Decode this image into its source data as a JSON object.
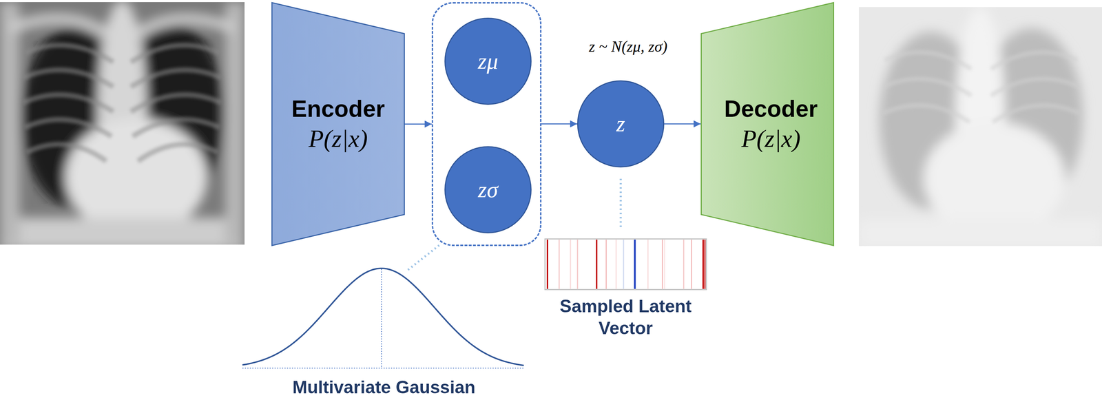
{
  "diagram": {
    "nodes": [
      {
        "text": [
          "Encoder",
          "P(z|x)"
        ]
      },
      {
        "text": []
      },
      {
        "text": [
          "zμ"
        ],
        "in": 1
      },
      {
        "text": [
          "zσ"
        ],
        "in": 1
      },
      {
        "text": [
          "z"
        ]
      },
      {
        "text": [
          "Decoder",
          "P(z|x)"
        ]
      }
    ],
    "edges": [
      {
        "from": 0,
        "to": 1,
        "arrow": "to"
      },
      {
        "from": 1,
        "to": 4,
        "arrow": "to"
      },
      {
        "from": 4,
        "to": 5,
        "arrow": "to"
      }
    ],
    "labels": [
      "z ~ N(zμ, zσ)",
      "Sampled Latent Vector",
      "Multivariate Gaussian"
    ]
  }
}
